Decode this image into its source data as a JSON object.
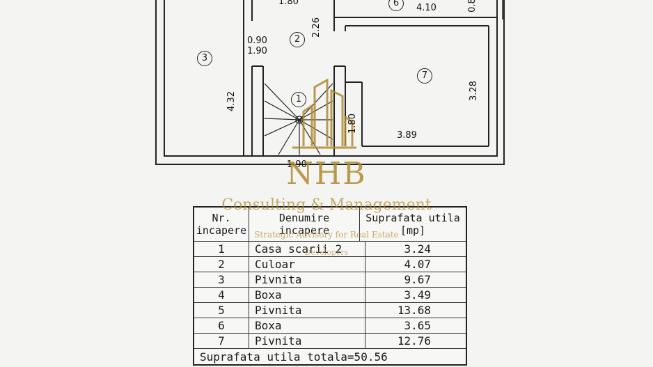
{
  "plan": {
    "dimensions": {
      "d_top_180": "1.80",
      "d_top_410": "4.10",
      "d_top_08": "0.8",
      "d_226": "2.26",
      "d_090": "0.90",
      "d_190a": "1.90",
      "d_432": "4.32",
      "d_328": "3.28",
      "d_180b": "1.80",
      "d_389": "3.89",
      "d_190b": "1.90"
    },
    "rooms": [
      "1",
      "2",
      "3",
      "6",
      "7"
    ]
  },
  "table": {
    "header": {
      "col1_line1": "Nr.",
      "col1_line2": "incapere",
      "col2_line1": "Denumire",
      "col2_line2": "incapere",
      "col3_line1": "Suprafata utila",
      "col3_line2": "[mp]"
    },
    "rows": [
      {
        "nr": "1",
        "name": "Casa scarii 2",
        "area": "3.24"
      },
      {
        "nr": "2",
        "name": "Culoar",
        "area": "4.07"
      },
      {
        "nr": "3",
        "name": "Pivnita",
        "area": "9.67"
      },
      {
        "nr": "4",
        "name": "Boxa",
        "area": "3.49"
      },
      {
        "nr": "5",
        "name": "Pivnita",
        "area": "13.68"
      },
      {
        "nr": "6",
        "name": "Boxa",
        "area": "3.65"
      },
      {
        "nr": "7",
        "name": "Pivnita",
        "area": "12.76"
      }
    ],
    "total": "Suprafata utila totala=50.56"
  },
  "watermark": {
    "brand": "NHB",
    "tagline": "Consulting & Management",
    "subline": "Strategic Advisory for Real Estate",
    "subline2": "Developers"
  },
  "colors": {
    "ink": "#1a1a1a",
    "paper": "#f4f4f2",
    "watermark": "#b08a2e"
  }
}
